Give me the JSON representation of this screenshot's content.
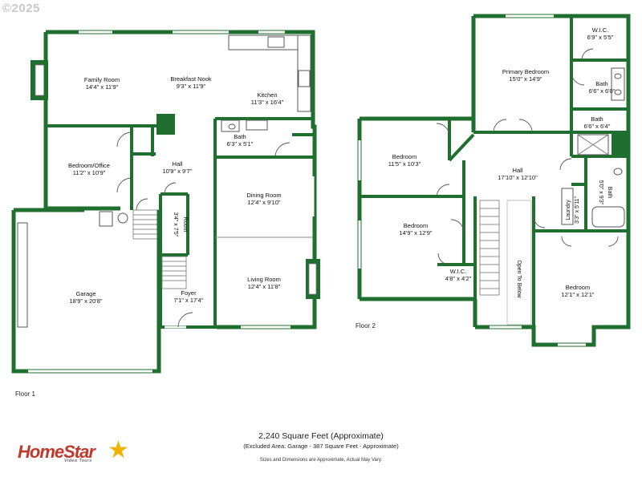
{
  "copyright": "©2025",
  "floor1": {
    "label": "Floor 1",
    "rooms": {
      "family_room": {
        "name": "Family Room",
        "dims": "14'4\" x 11'9\""
      },
      "breakfast_nook": {
        "name": "Breakfast Nook",
        "dims": "9'3\" x 11'9\""
      },
      "kitchen": {
        "name": "Kitchen",
        "dims": "11'3\" x 16'4\""
      },
      "bedroom_office": {
        "name": "Bedroom/Office",
        "dims": "11'2\" x 10'9\""
      },
      "hall": {
        "name": "Hall",
        "dims": "10'9\" x 9'7\""
      },
      "bath": {
        "name": "Bath",
        "dims": "6'3\" x 5'1\""
      },
      "dining_room": {
        "name": "Dining Room",
        "dims": "12'4\" x 9'10\""
      },
      "room": {
        "name": "Room",
        "dims": "3'4\" x 7'5\""
      },
      "garage": {
        "name": "Garage",
        "dims": "18'9\" x 20'8\""
      },
      "living_room": {
        "name": "Living Room",
        "dims": "12'4\" x 11'8\""
      },
      "foyer": {
        "name": "Foyer",
        "dims": "7'1\" x 17'4\""
      }
    }
  },
  "floor2": {
    "label": "Floor 2",
    "rooms": {
      "wic_primary": {
        "name": "W.I.C.",
        "dims": "6'9\" x 5'5\""
      },
      "primary_bedroom": {
        "name": "Primary Bedroom",
        "dims": "15'0\" x 14'9\""
      },
      "bath_primary": {
        "name": "Bath",
        "dims": "6'6\" x 6'0\""
      },
      "bath_primary2": {
        "name": "Bath",
        "dims": "6'6\" x 6'4\""
      },
      "bedroom_a": {
        "name": "Bedroom",
        "dims": "11'5\" x 10'3\""
      },
      "hall": {
        "name": "Hall",
        "dims": "17'10\" x 12'10\""
      },
      "bath_hall": {
        "name": "Bath",
        "dims": "5'0\" x 9'3\""
      },
      "laundry": {
        "name": "Laundry",
        "dims": "3'3\" x 5'11\""
      },
      "bedroom_b": {
        "name": "Bedroom",
        "dims": "14'9\" x 12'9\""
      },
      "wic_b": {
        "name": "W.I.C.",
        "dims": "4'8\" x 4'2\""
      },
      "open_to_below": {
        "name": "Open To Below"
      },
      "bedroom_c": {
        "name": "Bedroom",
        "dims": "12'1\" x 12'1\""
      }
    }
  },
  "footer": {
    "total": "2,240 Square Feet (Approximate)",
    "excluded": "(Excluded Area: Garage - 387 Square Feet - Approximate)",
    "disclaimer": "Sizes and Dimensions are Approximate, Actual May Vary."
  },
  "logo": {
    "name": "HomeStar",
    "tagline": "Video Tours"
  },
  "colors": {
    "wall": "#1f6f2e",
    "logo_red": "#c0392b",
    "logo_star": "#f0b400"
  }
}
